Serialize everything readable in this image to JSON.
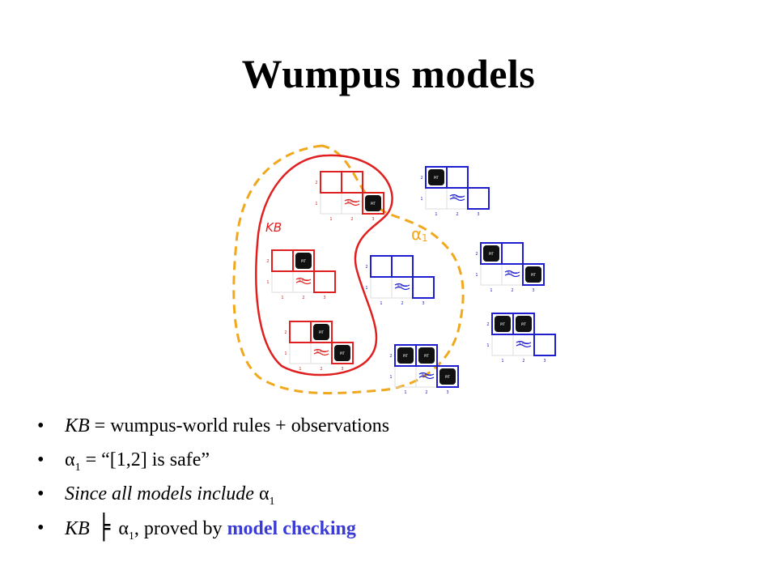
{
  "slide": {
    "title": "Wumpus models"
  },
  "diagram": {
    "kb_label": "KB",
    "alpha_label": "α",
    "alpha_subscript": "1",
    "colors": {
      "kb_red": "#e02020",
      "alpha_orange": "#f0a81c",
      "model_blue": "#1f1fd0",
      "pit_fill": "#111111"
    },
    "pit_text": "PIT",
    "breeze_text": "Breeze",
    "col_labels": [
      "1",
      "2",
      "3"
    ],
    "row_labels": [
      "1",
      "2"
    ]
  },
  "bullets": [
    {
      "part1": "KB",
      "part2": " = wumpus-world rules + observations"
    },
    {
      "part1": "α",
      "sub": "1",
      "part2": " = “[1,2] is safe”"
    },
    {
      "part1": "Since all models include",
      "part2": " α",
      "sub": "1"
    },
    {
      "part1": "KB",
      "symbol": "═",
      "part2": " α",
      "sub": "1",
      "part3": ", proved by ",
      "highlight": "model checking"
    }
  ]
}
